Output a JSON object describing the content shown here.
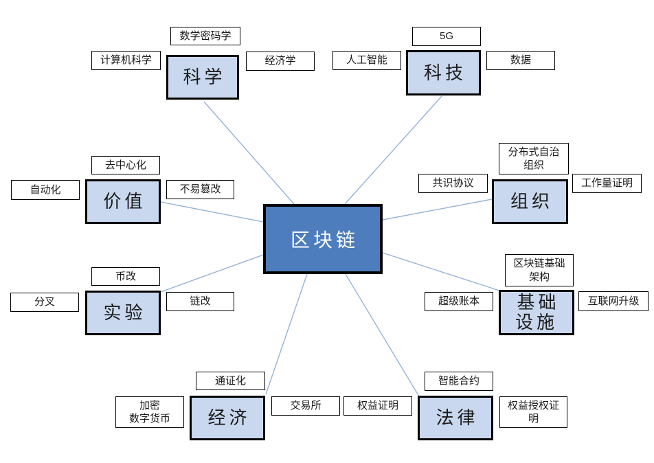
{
  "diagram": {
    "type": "mindmap"
  },
  "colors": {
    "background": "#ffffff",
    "center_fill": "#4d7dbd",
    "center_text": "#ffffff",
    "branch_fill": "#c9d8ee",
    "branch_text": "#1a1a1a",
    "sub_fill": "#ffffff",
    "sub_text": "#1a1a1a",
    "border": "#000000",
    "link": "#95b3d7"
  },
  "center": {
    "label": "区块链"
  },
  "branches": {
    "science": {
      "label": "科学",
      "subs": {
        "math_cryptography": "数学密码学",
        "computer_science": "计算机科学",
        "economics": "经济学"
      }
    },
    "technology": {
      "label": "科技",
      "subs": {
        "five_g": "5G",
        "artificial_intelligence": "人工智能",
        "data": "数据"
      }
    },
    "value": {
      "label": "价值",
      "subs": {
        "decentralization": "去中心化",
        "automation": "自动化",
        "tamper_resistance": "不易篡改"
      }
    },
    "organization": {
      "label": "组织",
      "subs": {
        "dao": "分布式自治\n组织",
        "consensus_protocol": "共识协议",
        "proof_of_work": "工作量证明"
      }
    },
    "experiment": {
      "label": "实验",
      "subs": {
        "coin_reform": "币改",
        "fork": "分叉",
        "chain_reform": "链改"
      }
    },
    "infrastructure": {
      "label": "基础\n设施",
      "subs": {
        "blockchain_architecture": "区块链基础\n架构",
        "hyperledger": "超级账本",
        "internet_upgrade": "互联网升级"
      }
    },
    "economy": {
      "label": "经济",
      "subs": {
        "tokenization": "通证化",
        "cryptocurrency": "加密\n数字货币",
        "exchange": "交易所"
      }
    },
    "law": {
      "label": "法律",
      "subs": {
        "smart_contract": "智能合约",
        "proof_of_stake": "权益证明",
        "dpos": "权益授权证\n明"
      }
    }
  }
}
